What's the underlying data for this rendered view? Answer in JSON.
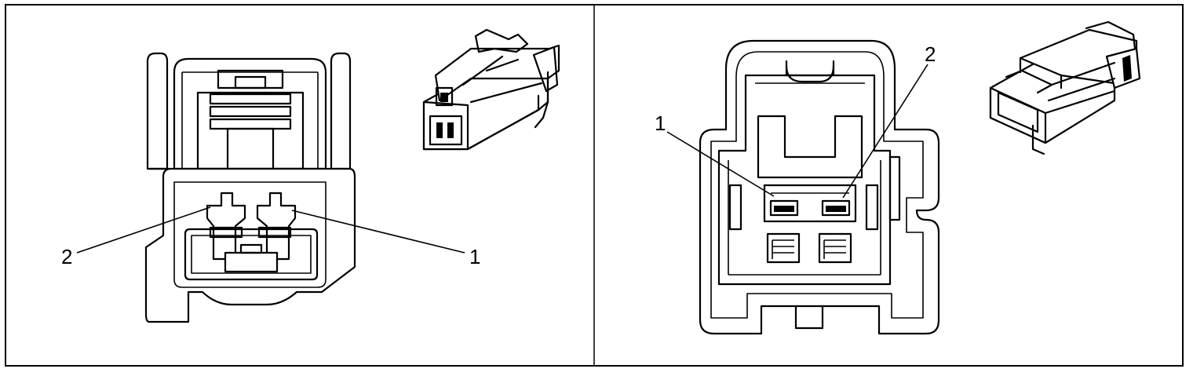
{
  "panels": [
    {
      "callouts": [
        {
          "label": "2",
          "terminal": "left"
        },
        {
          "label": "1",
          "terminal": "right"
        }
      ]
    },
    {
      "callouts": [
        {
          "label": "1",
          "terminal": "left"
        },
        {
          "label": "2",
          "terminal": "right"
        }
      ]
    }
  ]
}
